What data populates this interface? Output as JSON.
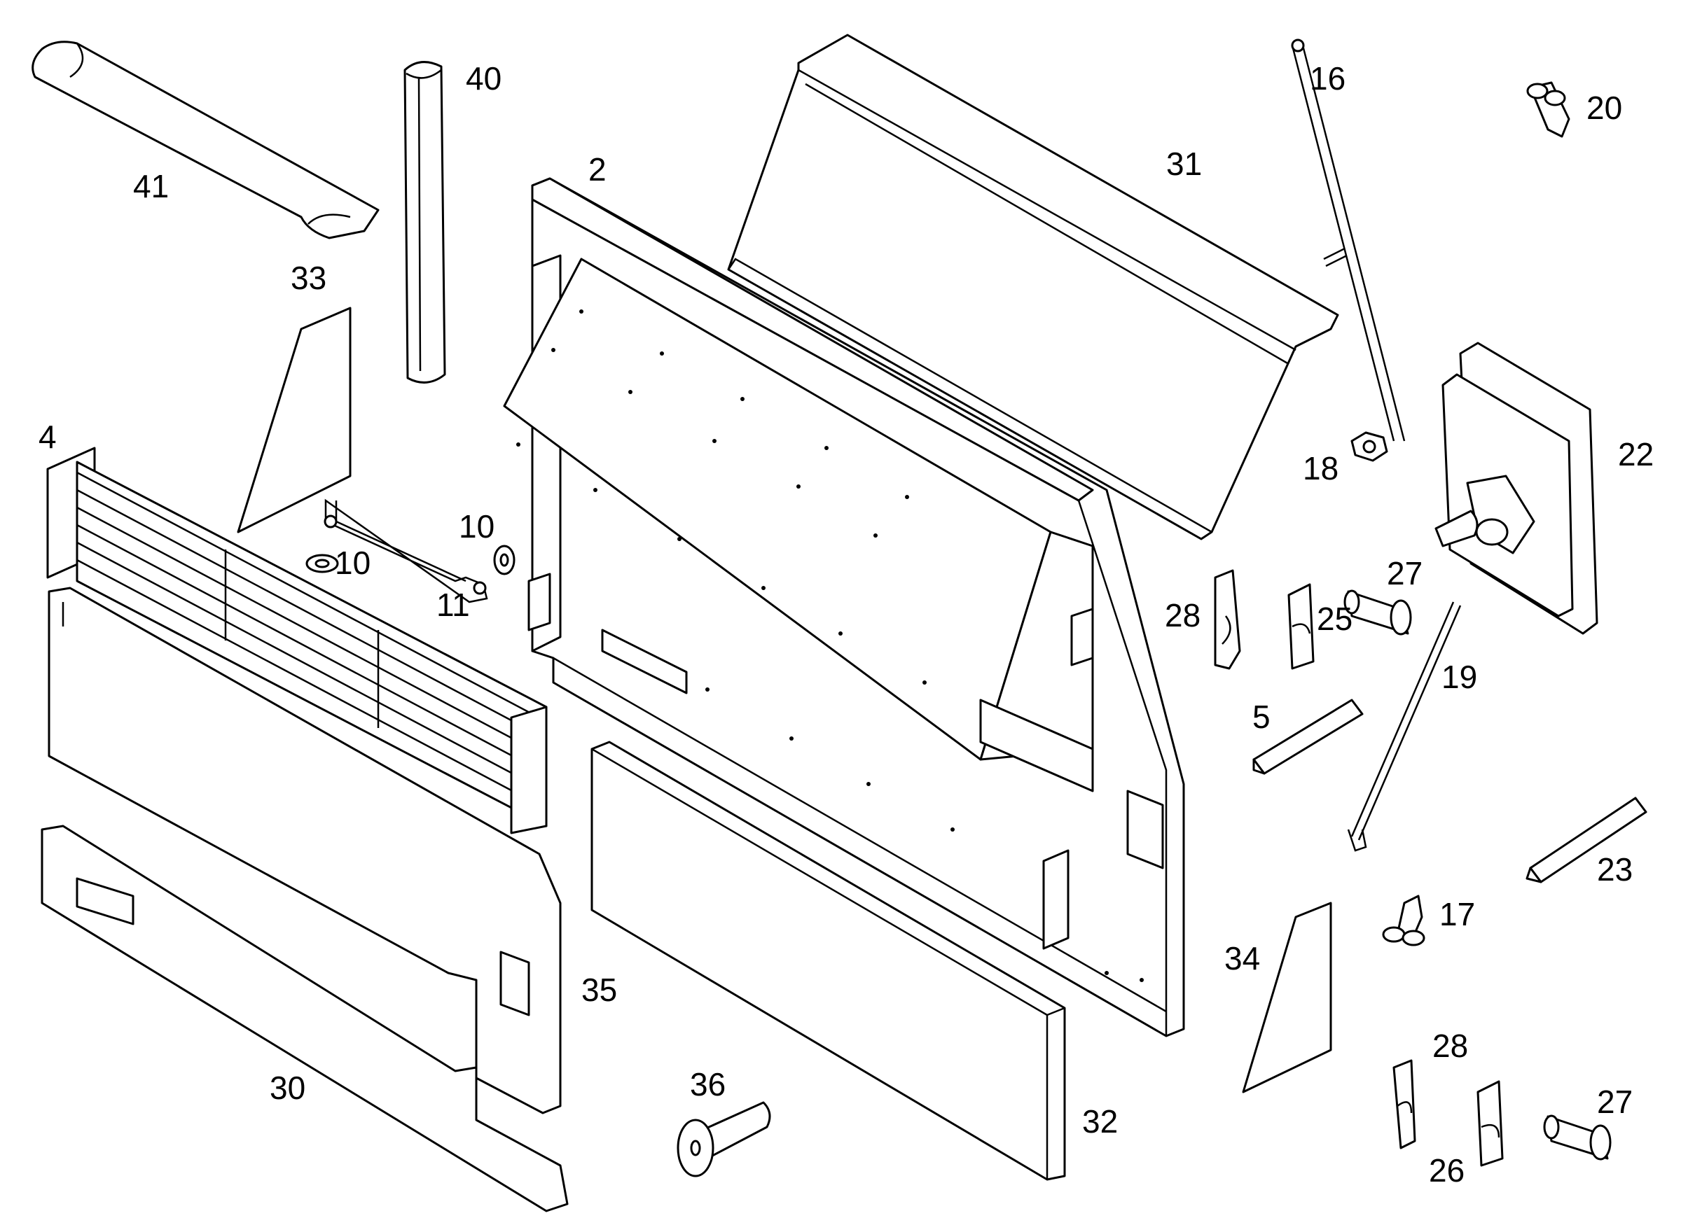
{
  "labels": {
    "p2": "2",
    "p4": "4",
    "p5": "5",
    "p10a": "10",
    "p10b": "10",
    "p11": "11",
    "p16": "16",
    "p17": "17",
    "p18": "18",
    "p19": "19",
    "p20": "20",
    "p22": "22",
    "p23": "23",
    "p25": "25",
    "p26": "26",
    "p27a": "27",
    "p27b": "27",
    "p28a": "28",
    "p28b": "28",
    "p30": "30",
    "p31": "31",
    "p32": "32",
    "p33": "33",
    "p34": "34",
    "p35": "35",
    "p36": "36",
    "p40": "40",
    "p41": "41"
  }
}
